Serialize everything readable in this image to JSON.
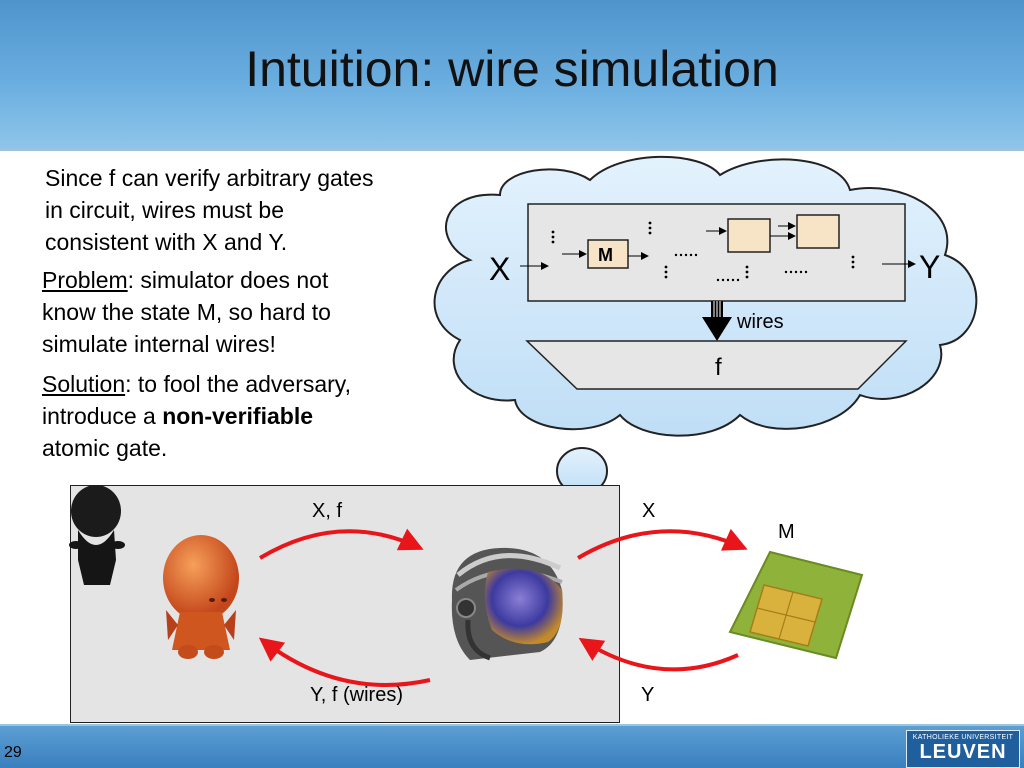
{
  "slide": {
    "title": "Intuition: wire simulation",
    "number": "29"
  },
  "text": {
    "intro_line1": "Since f can verify arbitrary gates",
    "intro_line2": "in circuit, wires must be",
    "intro_line3": "consistent with X and Y.",
    "problem_label": "Problem",
    "problem_line1_rest": ": simulator does not",
    "problem_line2": "know the state M, so hard to",
    "problem_line3": "simulate internal wires!",
    "solution_label": "Solution",
    "solution_line1_rest": ": to fool the adversary,",
    "solution_line2_prefix": "introduce a ",
    "solution_line2_bold": "non-verifiable",
    "solution_line3": "atomic gate."
  },
  "cloud": {
    "input_label": "X",
    "output_label": "Y",
    "gate_label": "M",
    "wires_label": "wires",
    "function_label": "f"
  },
  "protocol": {
    "to_simulator": "X, f",
    "from_simulator": "Y, f (wires)",
    "to_chip": "X",
    "chip_label": "M",
    "from_chip": "Y"
  },
  "logo": {
    "small": "KATHOLIEKE UNIVERSITEIT",
    "big": "LEUVEN"
  },
  "colors": {
    "arrow": "#e8161b",
    "cloud_fill": "#cfe8fa",
    "header": "#5a9fd6"
  }
}
